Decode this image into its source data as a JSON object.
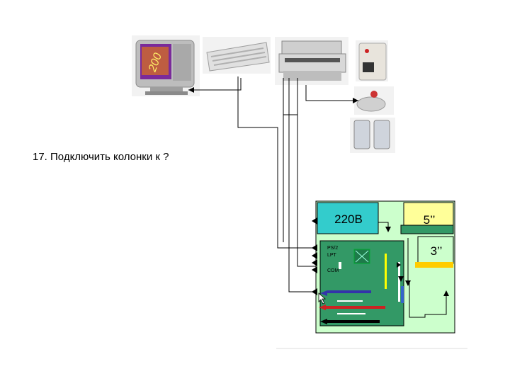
{
  "slide": {
    "question": "17. Подключить колонки к ?"
  },
  "devices": {
    "monitor_label": "200",
    "power_block_label": "220В",
    "drive_5_label": "5’’",
    "drive_3_label": "3’’"
  },
  "ports": {
    "ps2": "PS/2",
    "lpt": "LPT",
    "com": "COM"
  },
  "colors": {
    "power_block": "#33cccc",
    "drive_bay": "#ffff99",
    "motherboard": "#339966",
    "case": "#ccffcc",
    "cable_blue": "#3333aa",
    "cable_red": "#cc2222",
    "drive_yellow": "#ffcc00"
  }
}
